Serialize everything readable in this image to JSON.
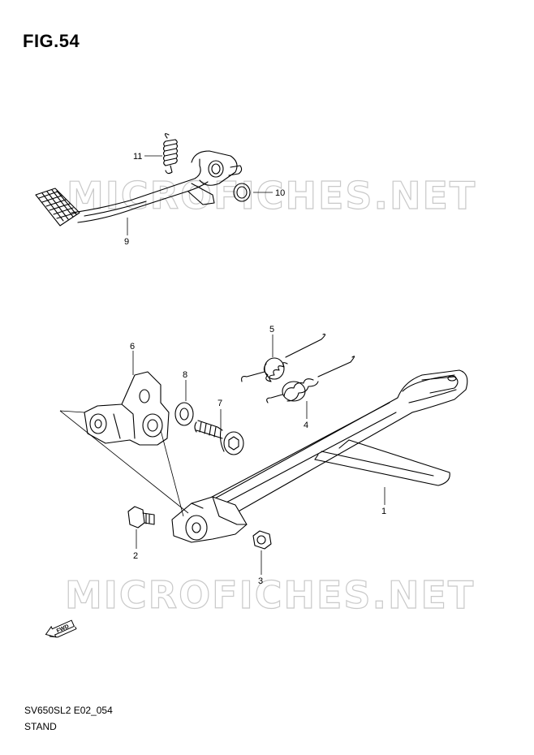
{
  "figure": {
    "title": "FIG.54"
  },
  "watermark": {
    "text": "MICROFICHES.NET"
  },
  "footer": {
    "code": "SV650SL2 E02_054",
    "name": "STAND"
  },
  "fwd_badge": {
    "label": "FWD"
  },
  "callouts": [
    "11",
    "10",
    "9",
    "5",
    "6",
    "8",
    "7",
    "4",
    "1",
    "2",
    "3"
  ]
}
